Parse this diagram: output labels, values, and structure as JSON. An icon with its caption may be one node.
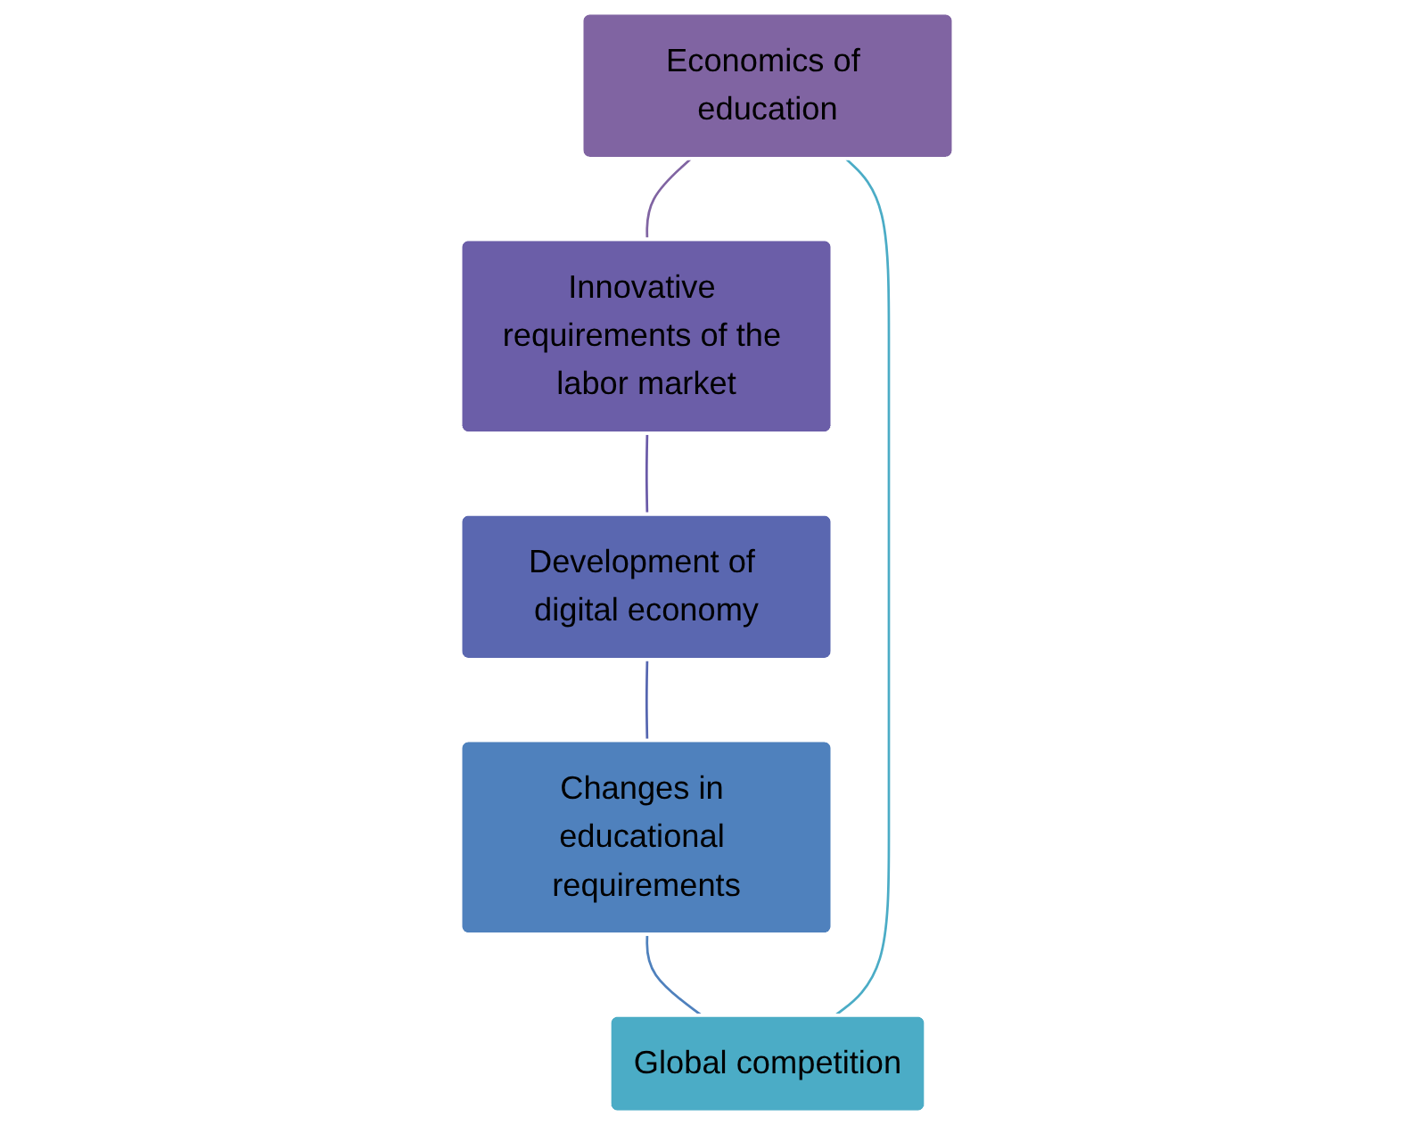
{
  "diagram": {
    "nodes": [
      {
        "text": [
          "Economics of education"
        ]
      },
      {
        "text": [
          "Innovative requirements of the labor market"
        ]
      },
      {
        "text": [
          "Development of digital economy"
        ]
      },
      {
        "text": [
          "Changes in educational requirements"
        ]
      },
      {
        "text": [
          "Global competition"
        ]
      }
    ],
    "edges": [
      {
        "from": 0,
        "to": 1,
        "arrow": "none",
        "color": "#8064a2"
      },
      {
        "from": 1,
        "to": 2,
        "arrow": "none",
        "color": "#6a5aa8"
      },
      {
        "from": 2,
        "to": 3,
        "arrow": "none",
        "color": "#5566b0"
      },
      {
        "from": 3,
        "to": 4,
        "arrow": "none",
        "color": "#4f81bd"
      },
      {
        "from": 4,
        "to": 0,
        "arrow": "none",
        "color": "#4bacc6"
      }
    ]
  }
}
